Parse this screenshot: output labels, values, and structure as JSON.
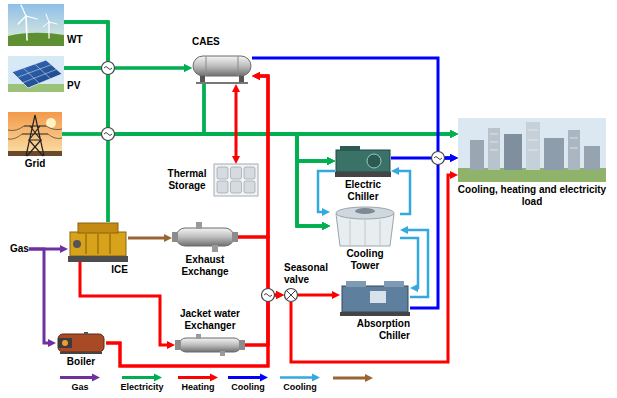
{
  "diagram": {
    "nodes": [
      {
        "text": [
          "WT"
        ]
      },
      {
        "text": [
          "PV"
        ]
      },
      {
        "text": [
          "Grid"
        ]
      },
      {
        "text": [
          "CAES"
        ]
      },
      {
        "text": [
          "Thermal Storage"
        ]
      },
      {
        "text": [
          "Gas"
        ]
      },
      {
        "text": [
          "ICE"
        ]
      },
      {
        "text": [
          "Exhaust Exchange"
        ]
      },
      {
        "text": [
          "Jacket water Exchanger"
        ]
      },
      {
        "text": [
          "Boiler"
        ]
      },
      {
        "text": [
          "Seasonal valve"
        ]
      },
      {
        "text": [
          "Electric Chiller"
        ]
      },
      {
        "text": [
          "Cooling Tower"
        ]
      },
      {
        "text": [
          "Absorption Chiller"
        ]
      },
      {
        "text": [
          "Cooling, heating and electricity load"
        ]
      }
    ],
    "edges": [
      {
        "from": 0,
        "to": 3,
        "arrow": "to"
      },
      {
        "from": 1,
        "to": 3,
        "arrow": "to"
      },
      {
        "from": 0,
        "to": 14,
        "arrow": "to"
      },
      {
        "from": 1,
        "to": 14,
        "arrow": "to"
      },
      {
        "from": 2,
        "to": 14,
        "arrow": "to"
      },
      {
        "from": 6,
        "to": 14,
        "arrow": "to"
      },
      {
        "from": 3,
        "to": 14,
        "arrow": "to"
      },
      {
        "from": 0,
        "to": 11,
        "arrow": "to"
      },
      {
        "from": 1,
        "to": 11,
        "arrow": "to"
      },
      {
        "from": 2,
        "to": 11,
        "arrow": "to"
      },
      {
        "from": 6,
        "to": 11,
        "arrow": "to"
      },
      {
        "from": 3,
        "to": 11,
        "arrow": "to"
      },
      {
        "from": 0,
        "to": 12,
        "arrow": "to"
      },
      {
        "from": 1,
        "to": 12,
        "arrow": "to"
      },
      {
        "from": 2,
        "to": 12,
        "arrow": "to"
      },
      {
        "from": 6,
        "to": 12,
        "arrow": "to"
      },
      {
        "from": 3,
        "to": 12,
        "arrow": "to"
      },
      {
        "from": 5,
        "to": 6,
        "arrow": "to"
      },
      {
        "from": 5,
        "to": 9,
        "arrow": "to"
      },
      {
        "from": 6,
        "to": 7,
        "arrow": "to"
      },
      {
        "from": 6,
        "to": 8,
        "arrow": "to"
      },
      {
        "from": 7,
        "to": 3,
        "arrow": "to"
      },
      {
        "from": 8,
        "to": 3,
        "arrow": "to"
      },
      {
        "from": 9,
        "to": 3,
        "arrow": "to"
      },
      {
        "from": 7,
        "to": 10,
        "arrow": "to"
      },
      {
        "from": 8,
        "to": 10,
        "arrow": "to"
      },
      {
        "from": 9,
        "to": 10,
        "arrow": "to"
      },
      {
        "from": 3,
        "to": 4,
        "arrow": "both"
      },
      {
        "from": 10,
        "to": 13,
        "arrow": "to"
      },
      {
        "from": 10,
        "to": 14,
        "arrow": "to"
      },
      {
        "from": 3,
        "to": 14,
        "arrow": "to"
      },
      {
        "from": 11,
        "to": 14,
        "arrow": "to"
      },
      {
        "from": 13,
        "to": 14,
        "arrow": "to"
      },
      {
        "from": 11,
        "to": 12,
        "arrow": "to"
      },
      {
        "from": 12,
        "to": 11,
        "arrow": "to"
      },
      {
        "from": 12,
        "to": 13,
        "arrow": "to"
      },
      {
        "from": 13,
        "to": 12,
        "arrow": "to"
      }
    ],
    "legend": [
      {
        "text": "Gas"
      },
      {
        "text": "Electricity"
      },
      {
        "text": "Heating"
      },
      {
        "text": "Cooling"
      },
      {
        "text": "Cooling"
      }
    ]
  }
}
